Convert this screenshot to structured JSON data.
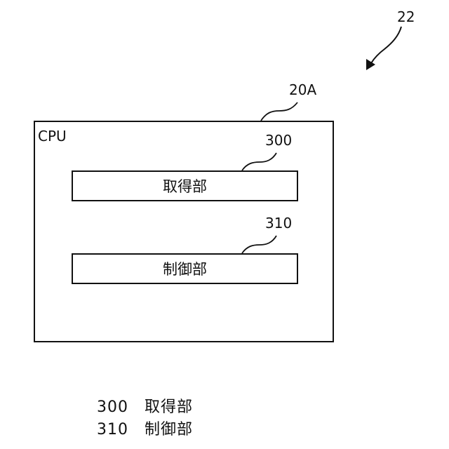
{
  "refs": {
    "device": "22",
    "cpu": "20A",
    "acquisition": "300",
    "control": "310"
  },
  "cpu_box": {
    "label": "CPU"
  },
  "units": {
    "acquisition": "取得部",
    "control": "制御部"
  },
  "legend": [
    {
      "code": "300",
      "name": "取得部"
    },
    {
      "code": "310",
      "name": "制御部"
    }
  ]
}
